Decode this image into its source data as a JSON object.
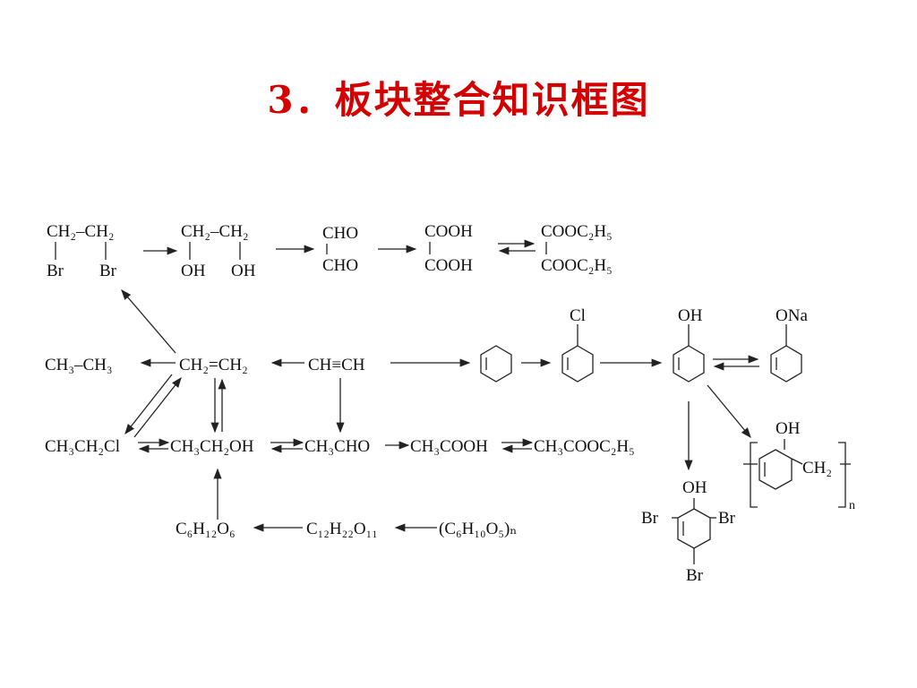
{
  "title": "3．板块整合知识框图",
  "formulas": {
    "dibromoethane_top": "CH₂–CH₂",
    "dibromoethane_br1": "Br",
    "dibromoethane_br2": "Br",
    "glycol_top": "CH₂–CH₂",
    "glycol_oh1": "OH",
    "glycol_oh2": "OH",
    "glyoxal_1": "CHO",
    "glyoxal_2": "CHO",
    "oxalic_1": "COOH",
    "oxalic_2": "COOH",
    "ester_1": "COOC₂H₅",
    "ester_2": "COOC₂H₅",
    "ethane": "CH₃–CH₃",
    "ethene": "CH₂=CH₂",
    "acetylene": "CH≡CH",
    "chloroethane": "CH₃CH₂Cl",
    "ethanol": "CH₃CH₂OH",
    "acetaldehyde": "CH₃CHO",
    "acetic_acid": "CH₃COOH",
    "ethyl_acetate": "CH₃COOC₂H₅",
    "glucose": "C₆H₁₂O₆",
    "sucrose": "C₁₂H₂₂O₁₁",
    "starch": "(C₆H₁₀O₅)ₙ",
    "chloro_sub": "Cl",
    "phenol_sub": "OH",
    "phenoxide_sub": "ONa",
    "tribromo_oh": "OH",
    "tribromo_br_left": "Br",
    "tribromo_br_right": "Br",
    "tribromo_br_bottom": "Br",
    "resin_oh": "OH",
    "resin_ch2": "CH₂",
    "resin_n": "n"
  },
  "colors": {
    "title": "#d40000",
    "ink": "#111111"
  },
  "icons": {
    "ring": "benzene-ring-icon",
    "arrow": "reaction-arrow-icon"
  }
}
